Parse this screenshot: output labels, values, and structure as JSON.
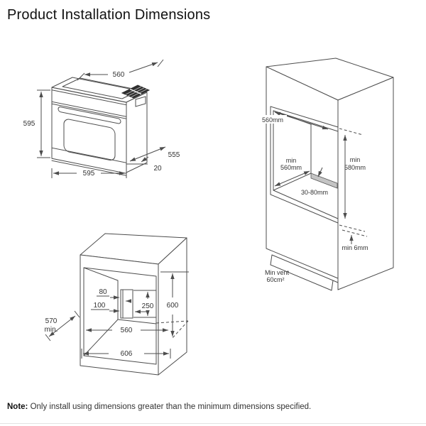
{
  "title": "Product Installation Dimensions",
  "note": {
    "label": "Note:",
    "text": " Only install using dimensions greater than the minimum dimensions specified."
  },
  "oven": {
    "width_top": "560",
    "height_side": "595",
    "width_bottom": "595",
    "depth": "555",
    "door_gap": "20"
  },
  "housing": {
    "opening_width": "560mm",
    "depth_min_label": "min",
    "depth_min_value": "560mm",
    "height_min_label": "min",
    "height_min_value": "580mm",
    "rear_gap": "30-80mm",
    "bottom_gap": "min 6mm",
    "vent_label": "Min vent",
    "vent_value": "60cm²"
  },
  "cutout": {
    "conduit_width": "80",
    "conduit_offset": "100",
    "conduit_height": "250",
    "opening_height": "600",
    "depth_value": "570",
    "depth_min_label": "min.",
    "inner_width": "560",
    "outer_width": "606"
  }
}
